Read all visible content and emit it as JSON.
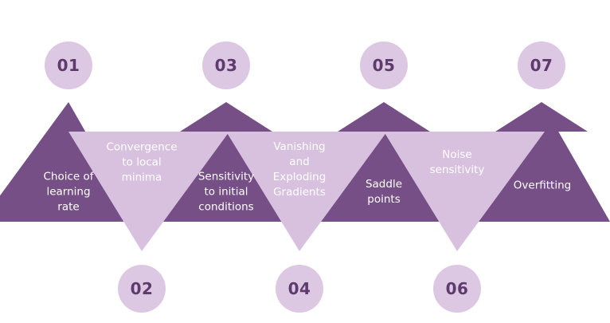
{
  "colors": {
    "dark": "#764f86",
    "light": "#d8c1df",
    "badge_bg": "#dcc8e2",
    "badge_text": "#5e3a6e"
  },
  "steps": [
    {
      "number": "01",
      "label_lines": [
        "Choice of",
        "learning",
        "rate"
      ]
    },
    {
      "number": "02",
      "label_lines": [
        "Convergence",
        "to local",
        "minima"
      ]
    },
    {
      "number": "03",
      "label_lines": [
        "Sensitivity",
        "to initial",
        "conditions"
      ]
    },
    {
      "number": "04",
      "label_lines": [
        "Vanishing",
        "and",
        "Exploding",
        "Gradients"
      ]
    },
    {
      "number": "05",
      "label_lines": [
        "Saddle",
        "points"
      ]
    },
    {
      "number": "06",
      "label_lines": [
        "Noise",
        "sensitivity"
      ]
    },
    {
      "number": "07",
      "label_lines": [
        "Overfitting"
      ]
    }
  ]
}
